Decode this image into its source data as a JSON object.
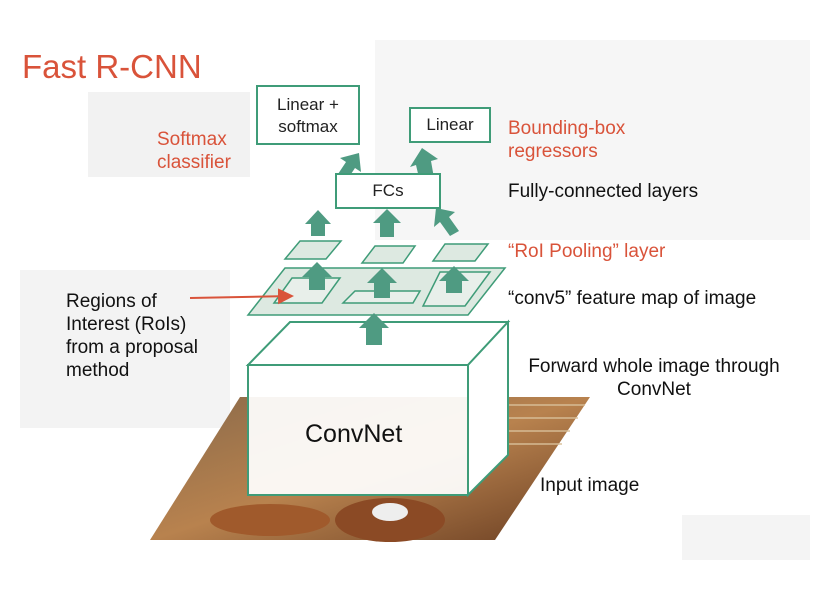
{
  "title": "Fast R-CNN",
  "boxes": {
    "softmax_box": [
      "Linear +",
      "softmax"
    ],
    "linear_box": "Linear",
    "fcs_box": "FCs",
    "convnet_box": "ConvNet"
  },
  "labels": {
    "softmax_classifier": [
      "Softmax",
      "classifier"
    ],
    "bbox_regressors": [
      "Bounding-box",
      "regressors"
    ],
    "fully_connected": "Fully-connected layers",
    "roi_pooling": "“RoI Pooling” layer",
    "conv5": "“conv5” feature map of image",
    "rois": [
      "Regions of",
      "Interest (RoIs)",
      "from a proposal",
      "method"
    ],
    "forward": [
      "Forward whole image through",
      "ConvNet"
    ],
    "input_image": "Input image"
  },
  "colors": {
    "accent_red": "#d9533a",
    "green_stroke": "#3f9c78",
    "green_arrow": "#4f9b82",
    "green_fill": "#dde9e1"
  }
}
